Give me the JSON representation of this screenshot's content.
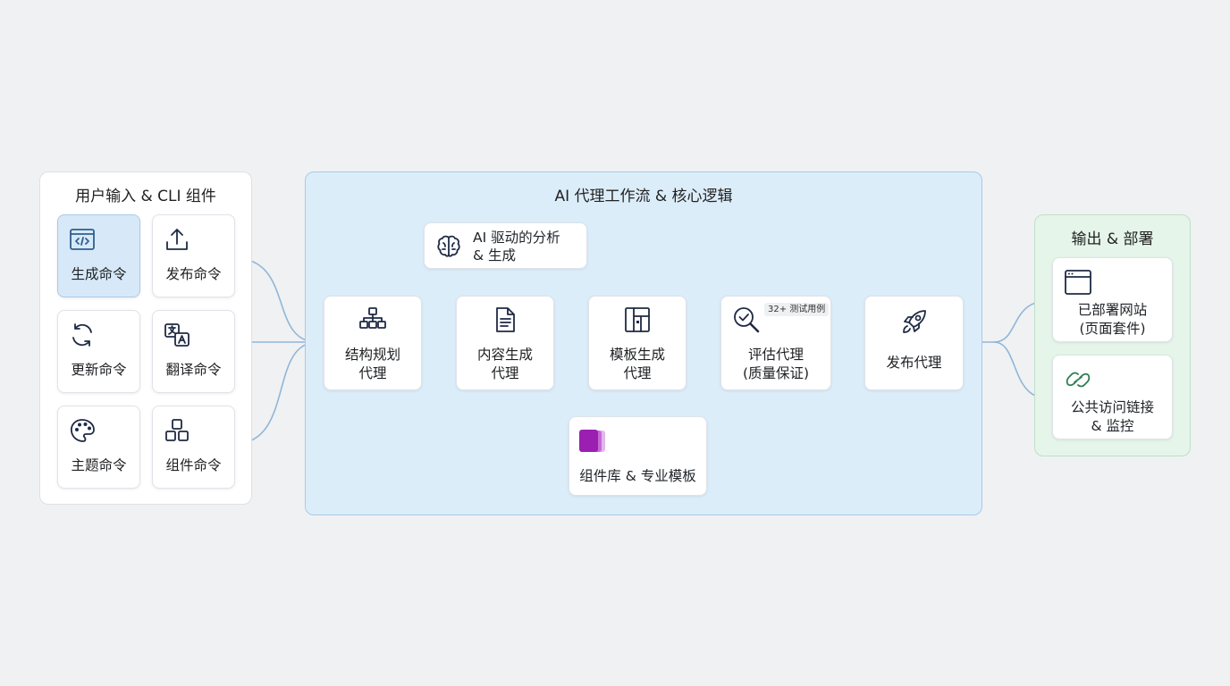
{
  "input_panel": {
    "title": "用户输入 & CLI 组件",
    "commands": [
      {
        "label": "生成命令",
        "icon": "code-window-icon",
        "active": true
      },
      {
        "label": "发布命令",
        "icon": "upload-icon",
        "active": false
      },
      {
        "label": "更新命令",
        "icon": "refresh-icon",
        "active": false
      },
      {
        "label": "翻译命令",
        "icon": "translate-icon",
        "active": false
      },
      {
        "label": "主题命令",
        "icon": "palette-icon",
        "active": false
      },
      {
        "label": "组件命令",
        "icon": "blocks-icon",
        "active": false
      }
    ]
  },
  "core_panel": {
    "title": "AI 代理工作流 & 核心逻辑",
    "ai_box": {
      "line1": "AI 驱动的分析",
      "line2": "& 生成",
      "icon": "brain-icon"
    },
    "agents": [
      {
        "line1": "结构规划",
        "line2": "代理",
        "icon": "hierarchy-icon"
      },
      {
        "line1": "内容生成",
        "line2": "代理",
        "icon": "document-icon"
      },
      {
        "line1": "模板生成",
        "line2": "代理",
        "icon": "layout-icon"
      },
      {
        "line1": "评估代理",
        "line2": "(质量保证)",
        "icon": "magnify-check-icon",
        "badge": "32+ 测试用例"
      },
      {
        "line1": "发布代理",
        "line2": "",
        "icon": "rocket-icon"
      }
    ],
    "library": {
      "label": "组件库 & 专业模板",
      "icon": "library-stack-icon"
    }
  },
  "output_panel": {
    "title": "输出 & 部署",
    "items": [
      {
        "line1": "已部署网站",
        "line2": "(页面套件)",
        "icon": "browser-window-icon"
      },
      {
        "line1": "公共访问链接",
        "line2": "& 监控",
        "icon": "link-icon"
      }
    ]
  },
  "colors": {
    "core_fill": "#dcedfa",
    "output_fill": "#e5f5e9",
    "connector": "#8fb6d8",
    "accent_purple": "#9b1fb0",
    "active_card": "#d7e9f8"
  }
}
